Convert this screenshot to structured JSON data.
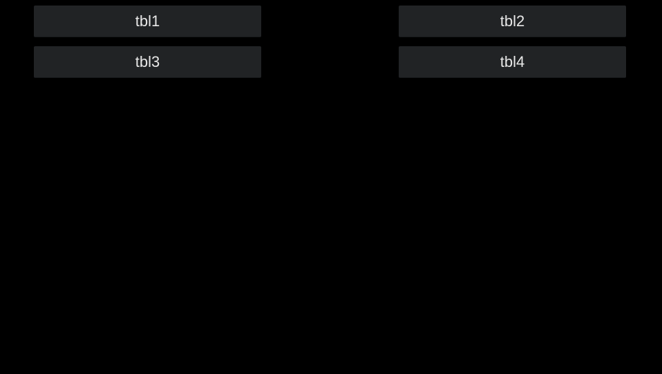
{
  "buttons": {
    "tbl1": "tbl1",
    "tbl2": "tbl2",
    "tbl3": "tbl3",
    "tbl4": "tbl4"
  },
  "colors": {
    "background": "#000000",
    "button": "#212325",
    "text": "#e8e8e8"
  }
}
